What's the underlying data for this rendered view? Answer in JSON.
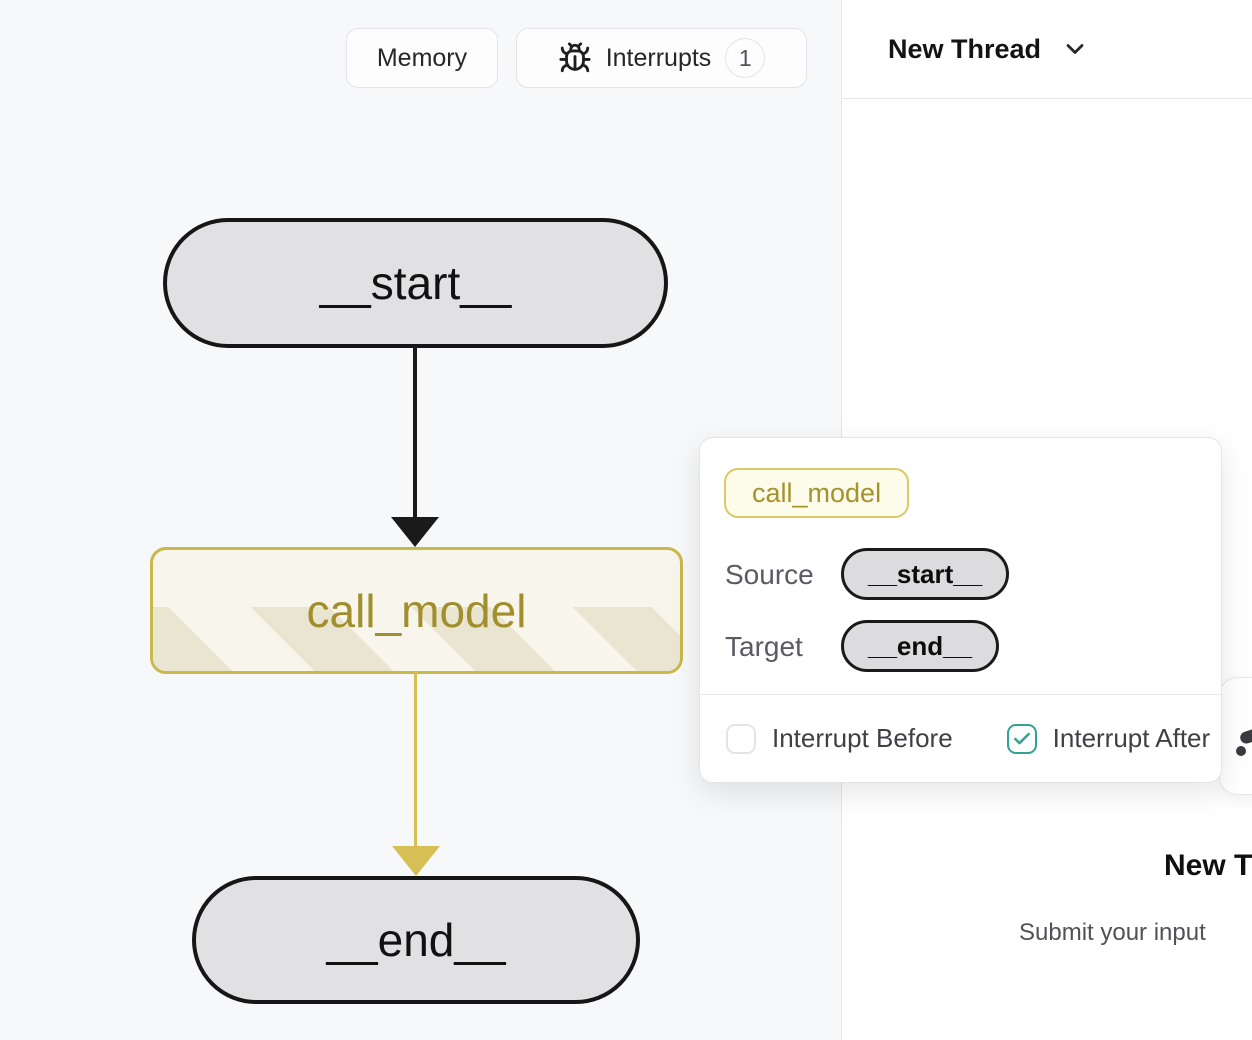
{
  "toolbar": {
    "memory_label": "Memory",
    "interrupts_label": "Interrupts",
    "interrupts_count": "1"
  },
  "thread_header": {
    "title": "New Thread"
  },
  "graph": {
    "nodes": [
      {
        "id": "start",
        "label": "__start__"
      },
      {
        "id": "call_model",
        "label": "call_model"
      },
      {
        "id": "end",
        "label": "__end__"
      }
    ],
    "edges": [
      {
        "from": "__start__",
        "to": "call_model",
        "color": "#1a1a1a"
      },
      {
        "from": "call_model",
        "to": "__end__",
        "color": "#d6c055"
      }
    ]
  },
  "popover": {
    "node_badge": "call_model",
    "source_label": "Source",
    "source_value": "__start__",
    "target_label": "Target",
    "target_value": "__end__",
    "interrupt_before_label": "Interrupt Before",
    "interrupt_before_checked": false,
    "interrupt_after_label": "Interrupt After",
    "interrupt_after_checked": true
  },
  "thread_panel": {
    "empty_title": "New Thread",
    "empty_subtitle": "Submit your input"
  },
  "colors": {
    "accent_yellow_border": "#c9b84a",
    "accent_yellow_text": "#a18e2c",
    "node_fill_gray": "#e1e1e3",
    "teal_checkbox": "#35a095",
    "canvas_bg": "#f7f8f9"
  }
}
